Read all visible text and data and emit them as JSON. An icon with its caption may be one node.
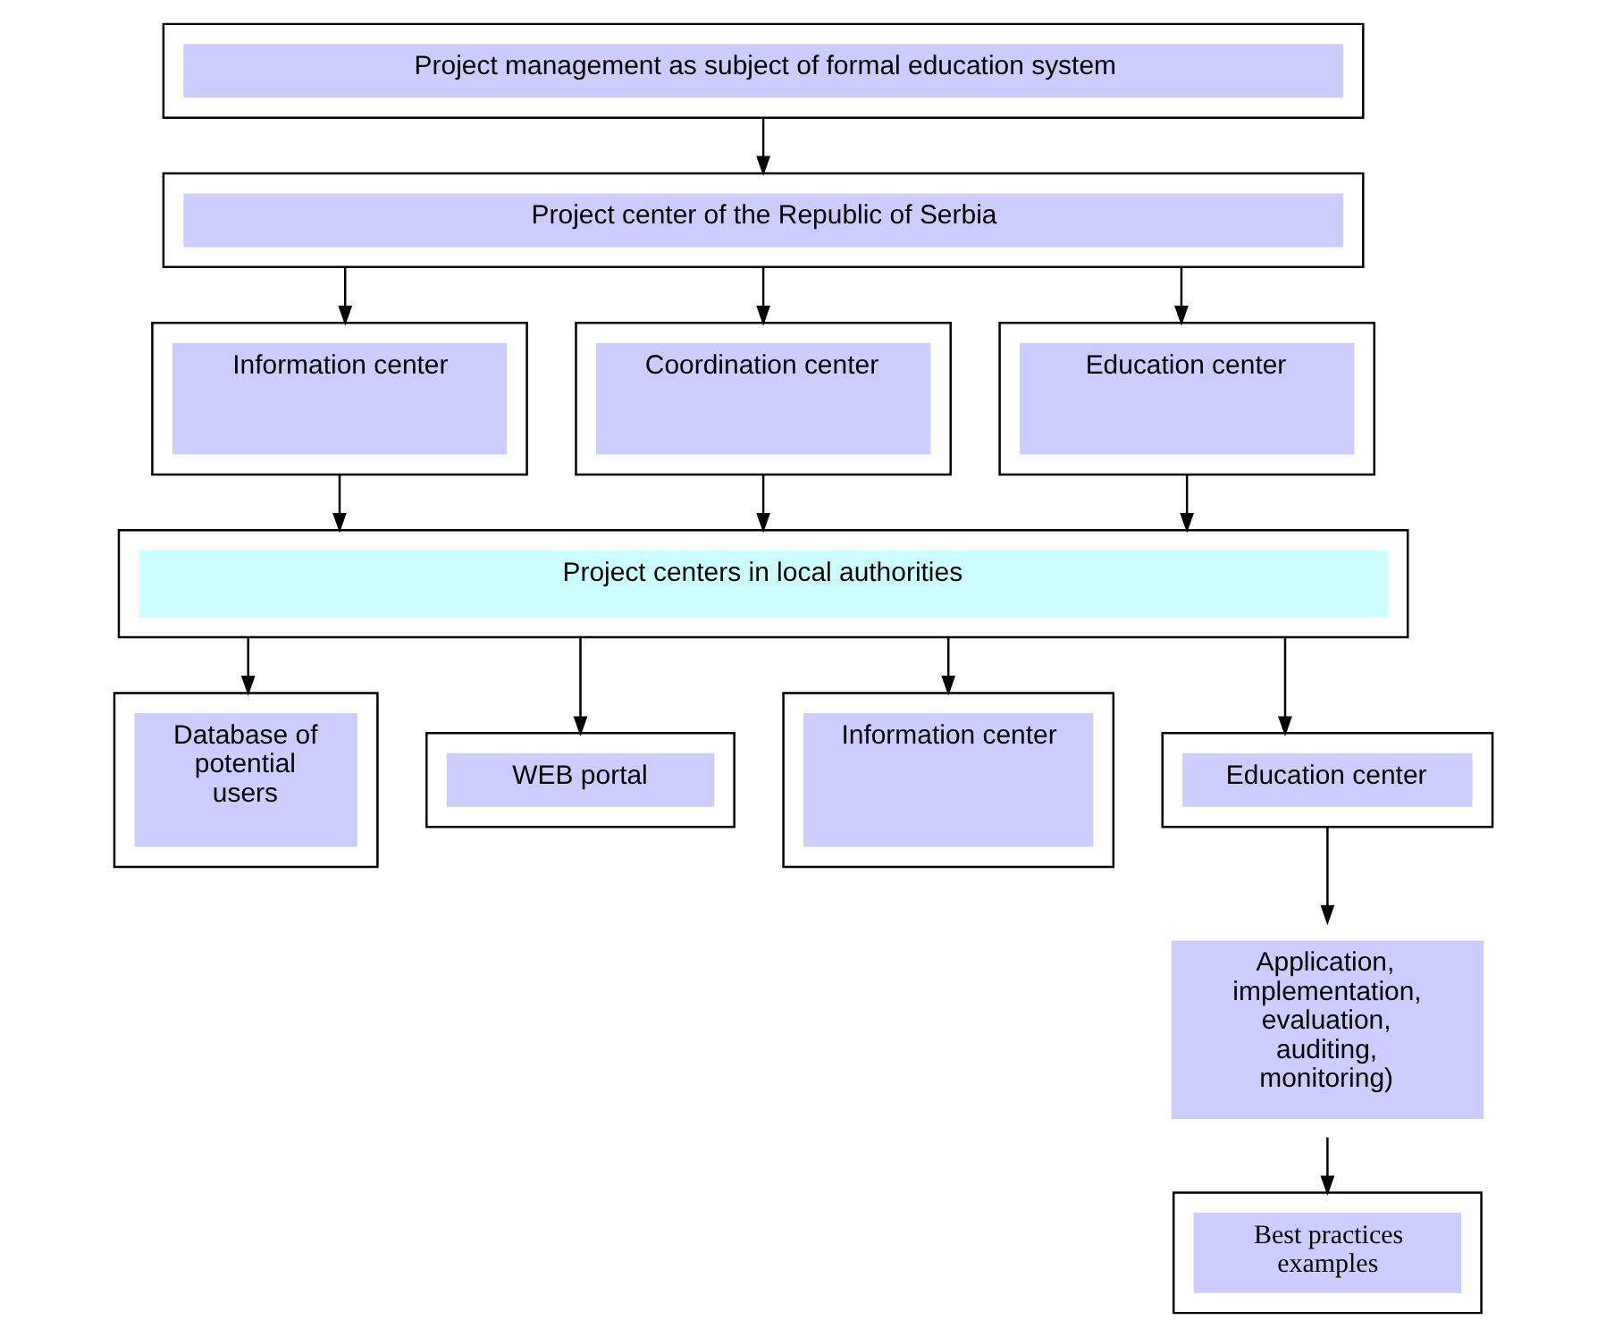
{
  "diagram": {
    "nodes": [
      {
        "text": [
          "Project management as subject of formal education system"
        ]
      },
      {
        "text": [
          "Project center of the Republic of Serbia"
        ]
      },
      {
        "text": [
          "Information center"
        ]
      },
      {
        "text": [
          "Coordination center"
        ]
      },
      {
        "text": [
          "Education center"
        ]
      },
      {
        "text": [
          "Project centers in local authorities"
        ]
      },
      {
        "text": [
          "Database of potential users"
        ]
      },
      {
        "text": [
          "WEB portal"
        ]
      },
      {
        "text": [
          "Information center"
        ]
      },
      {
        "text": [
          "Education center"
        ]
      },
      {
        "text": [
          "Application, implementation, evaluation, auditing, monitoring)"
        ]
      },
      {
        "text": [
          "Best practices examples"
        ]
      }
    ],
    "edges": [
      {
        "from": 0,
        "to": 1,
        "arrow": "to"
      },
      {
        "from": 1,
        "to": 2,
        "arrow": "to"
      },
      {
        "from": 1,
        "to": 3,
        "arrow": "to"
      },
      {
        "from": 1,
        "to": 4,
        "arrow": "to"
      },
      {
        "from": 2,
        "to": 5,
        "arrow": "to"
      },
      {
        "from": 3,
        "to": 5,
        "arrow": "to"
      },
      {
        "from": 4,
        "to": 5,
        "arrow": "to"
      },
      {
        "from": 5,
        "to": 6,
        "arrow": "to"
      },
      {
        "from": 5,
        "to": 7,
        "arrow": "to"
      },
      {
        "from": 5,
        "to": 8,
        "arrow": "to"
      },
      {
        "from": 5,
        "to": 9,
        "arrow": "to"
      },
      {
        "from": 9,
        "to": 10,
        "arrow": "to"
      },
      {
        "from": 10,
        "to": 11,
        "arrow": "to"
      }
    ]
  }
}
